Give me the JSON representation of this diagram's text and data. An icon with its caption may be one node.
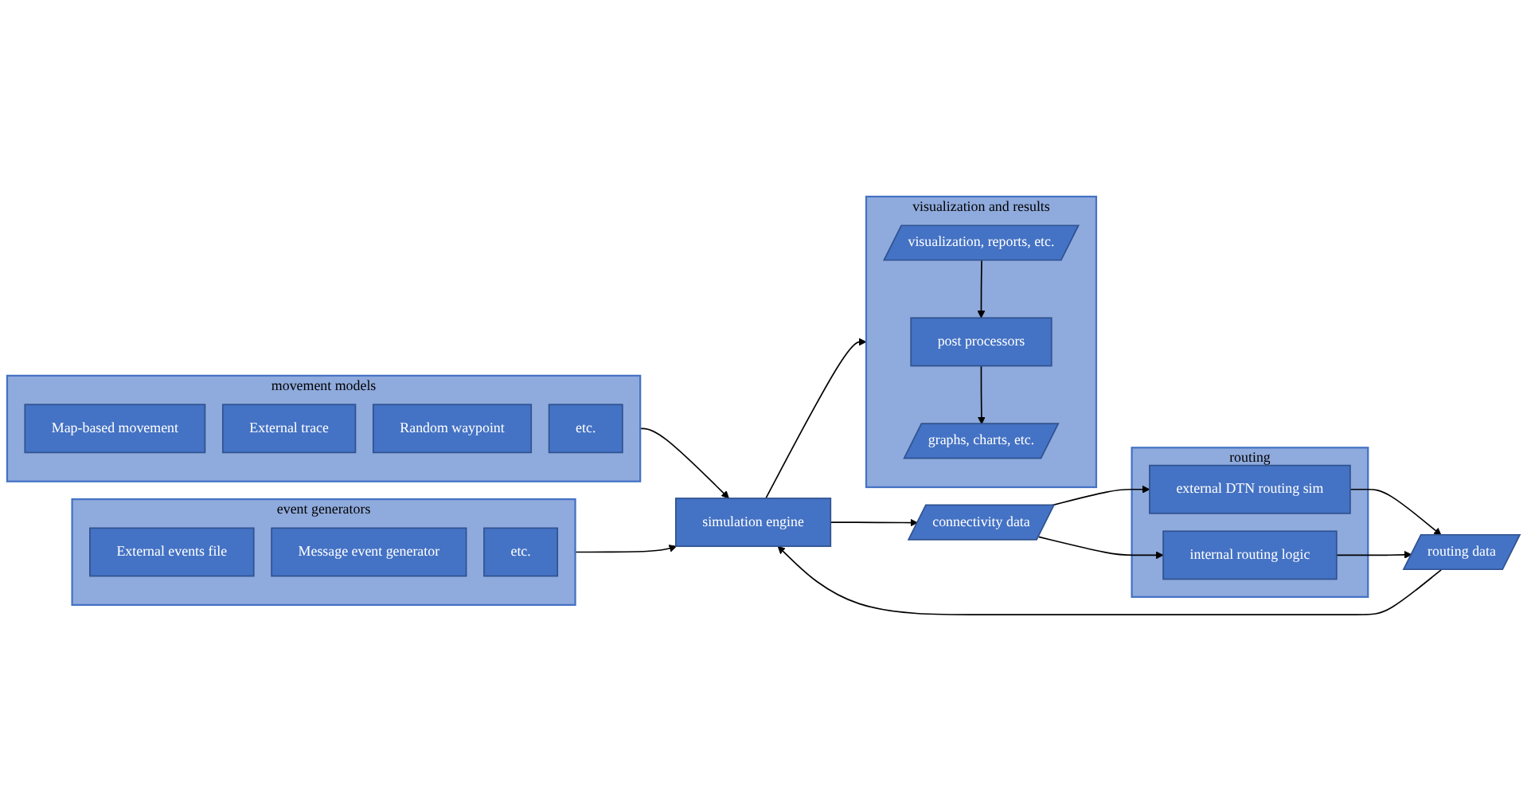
{
  "diagram": {
    "nodes": [
      {
        "text": [
          "movement models"
        ]
      },
      {
        "text": [
          "Map-based movement"
        ],
        "in": 0
      },
      {
        "text": [
          "External trace"
        ],
        "in": 0
      },
      {
        "text": [
          "Random waypoint"
        ],
        "in": 0
      },
      {
        "text": [
          "etc."
        ],
        "in": 0
      },
      {
        "text": [
          "event generators"
        ]
      },
      {
        "text": [
          "External events file"
        ],
        "in": 5
      },
      {
        "text": [
          "Message event generator"
        ],
        "in": 5
      },
      {
        "text": [
          "etc."
        ],
        "in": 5
      },
      {
        "text": [
          "simulation engine"
        ]
      },
      {
        "text": [
          "connectivity data"
        ]
      },
      {
        "text": [
          "routing"
        ]
      },
      {
        "text": [
          "external DTN routing sim"
        ],
        "in": 11
      },
      {
        "text": [
          "internal routing logic"
        ],
        "in": 11
      },
      {
        "text": [
          "routing data"
        ]
      },
      {
        "text": [
          "visualization and results"
        ]
      },
      {
        "text": [
          "visualization, reports, etc."
        ],
        "in": 15
      },
      {
        "text": [
          "post processors"
        ],
        "in": 15
      },
      {
        "text": [
          "graphs, charts, etc."
        ],
        "in": 15
      }
    ],
    "edges": [
      {
        "from": 0,
        "to": 9,
        "arrow": "to"
      },
      {
        "from": 5,
        "to": 9,
        "arrow": "to"
      },
      {
        "from": 9,
        "to": 10,
        "arrow": "to"
      },
      {
        "from": 10,
        "to": 12,
        "arrow": "to"
      },
      {
        "from": 10,
        "to": 13,
        "arrow": "to"
      },
      {
        "from": 12,
        "to": 14,
        "arrow": "to"
      },
      {
        "from": 13,
        "to": 14,
        "arrow": "to"
      },
      {
        "from": 14,
        "to": 9,
        "arrow": "to"
      },
      {
        "from": 9,
        "to": 15,
        "arrow": "to"
      },
      {
        "from": 16,
        "to": 17,
        "arrow": "to"
      },
      {
        "from": 17,
        "to": 18,
        "arrow": "to"
      }
    ]
  }
}
